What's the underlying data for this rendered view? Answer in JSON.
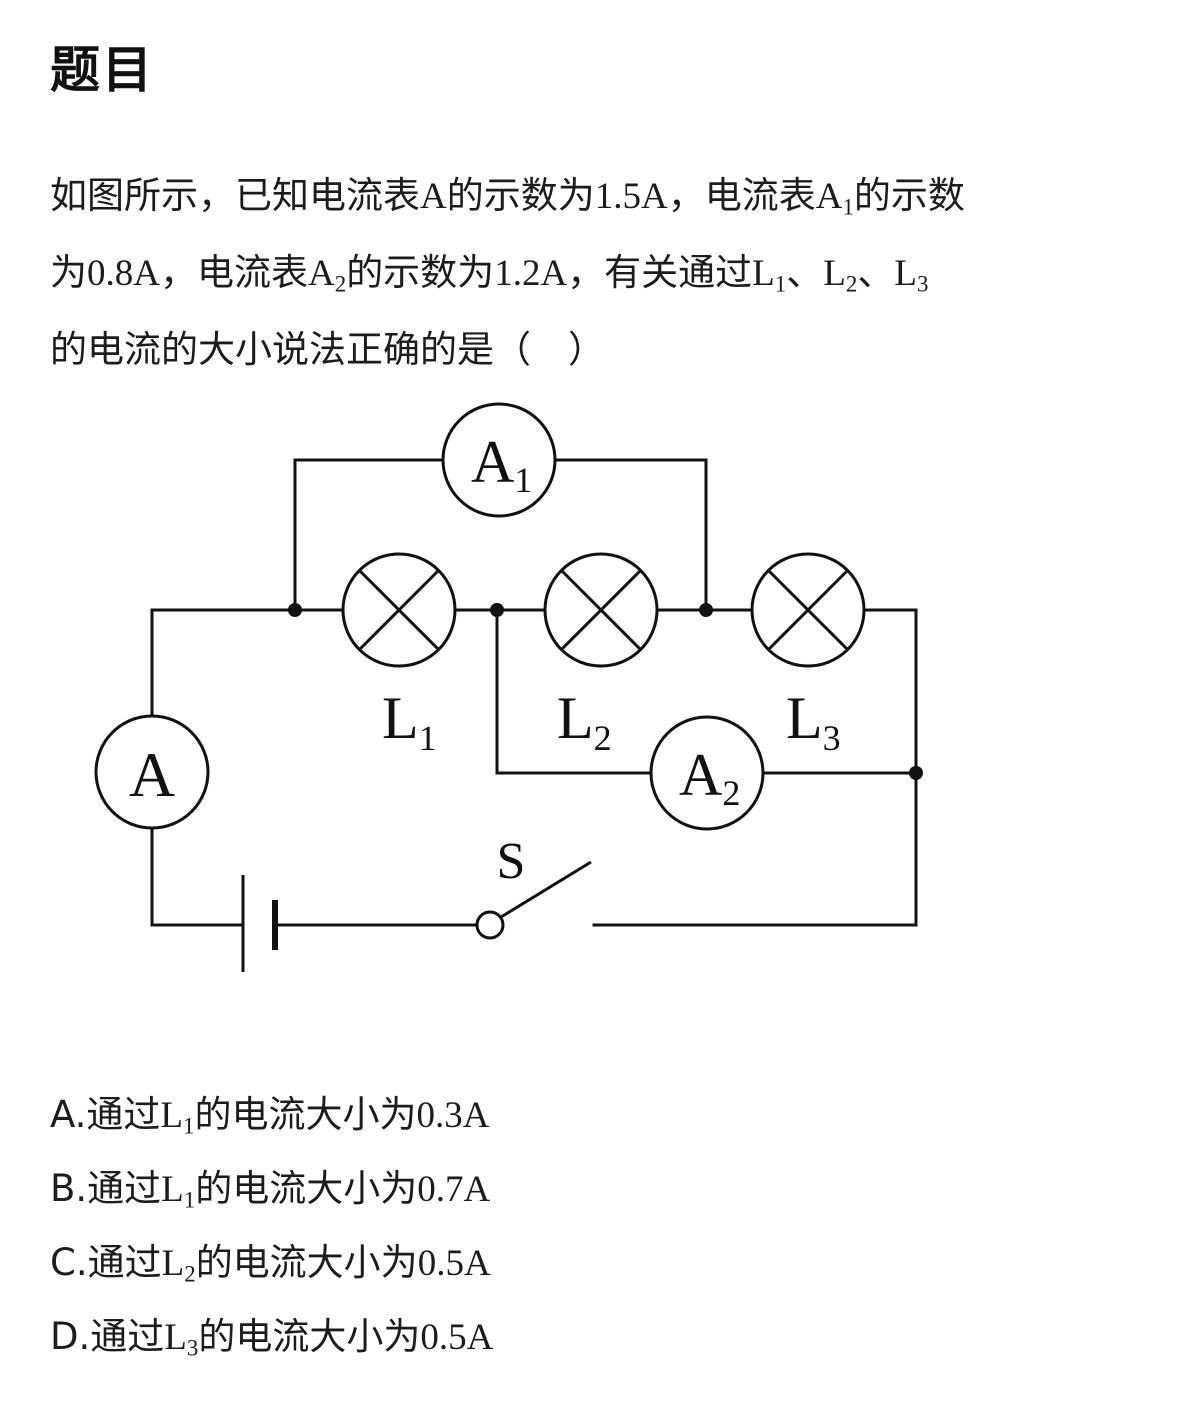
{
  "heading": "题目",
  "question": {
    "line1": {
      "a": "如图所示，已知电流表",
      "b": "A",
      "c": "的示数为",
      "d": "1.5A",
      "e": "，电流表",
      "f": "A",
      "g": "1",
      "h": "的示数"
    },
    "line2": {
      "a": "为",
      "b": "0.8A",
      "c": "，电流表",
      "d": "A",
      "e": "2",
      "f": "的示数为",
      "g": "1.2A",
      "h": "，有关通过",
      "i": "L",
      "j": "1",
      "k": "、",
      "l": "L",
      "m": "2",
      "n": "、",
      "o": "L",
      "p": "3"
    },
    "line3": "的电流的大小说法正确的是（　）"
  },
  "circuit": {
    "meter_main": {
      "letter": "A",
      "sub": ""
    },
    "meter_1": {
      "letter": "A",
      "sub": "1"
    },
    "meter_2": {
      "letter": "A",
      "sub": "2"
    },
    "lamp_1": {
      "letter": "L",
      "sub": "1"
    },
    "lamp_2": {
      "letter": "L",
      "sub": "2"
    },
    "lamp_3": {
      "letter": "L",
      "sub": "3"
    },
    "switch_label": "S"
  },
  "options": [
    {
      "letter": "A.",
      "pre": "通过",
      "L": "L",
      "sub": "1",
      "mid": "的电流大小为",
      "val": "0.3A"
    },
    {
      "letter": "B.",
      "pre": "通过",
      "L": "L",
      "sub": "1",
      "mid": "的电流大小为",
      "val": "0.7A"
    },
    {
      "letter": "C.",
      "pre": "通过",
      "L": "L",
      "sub": "2",
      "mid": "的电流大小为",
      "val": "0.5A"
    },
    {
      "letter": "D.",
      "pre": "通过",
      "L": "L",
      "sub": "3",
      "mid": "的电流大小为",
      "val": "0.5A"
    }
  ]
}
